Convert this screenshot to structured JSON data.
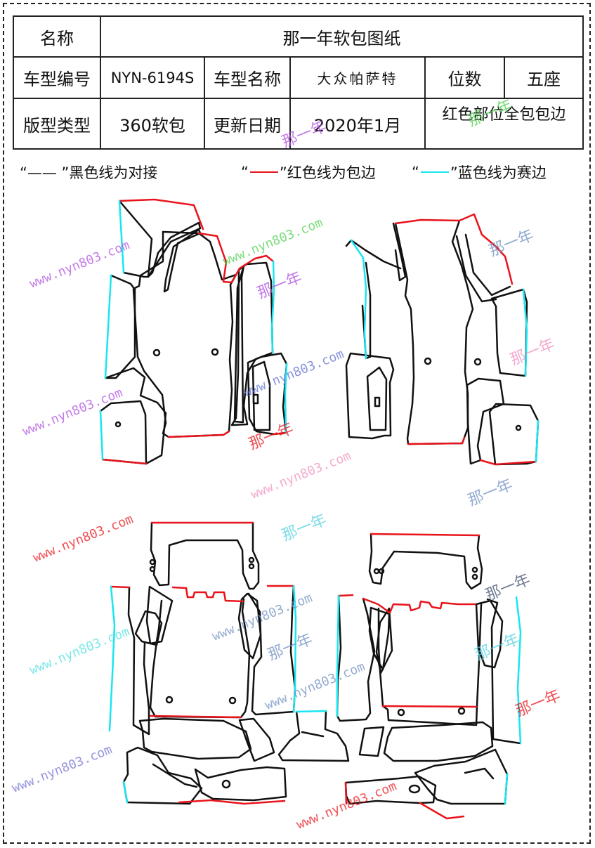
{
  "header": {
    "name_label": "名称",
    "name_value": "那一年软包图纸",
    "model_code_label": "车型编号",
    "model_code_value": "NYN-6194S",
    "model_name_label": "车型名称",
    "model_name_value": "大众帕萨特",
    "seats_label": "位数",
    "seats_value": "五座",
    "pattern_label": "版型类型",
    "pattern_value": "360软包",
    "date_label": "更新日期",
    "date_value": "2020年1月",
    "note": "红色部位全包包边"
  },
  "legend": {
    "black": "“—— ”黑色线为对接",
    "red_prefix": "“",
    "red_suffix": "”红色线为包边",
    "cyan_prefix": "“",
    "cyan_suffix": "”蓝色线为赛边"
  },
  "watermarks": {
    "site": "www.nyn803.com",
    "brand": "那一年"
  },
  "colors": {
    "outline": "#111111",
    "edge_red": "#e8141b",
    "edge_cyan": "#18e6f0"
  }
}
